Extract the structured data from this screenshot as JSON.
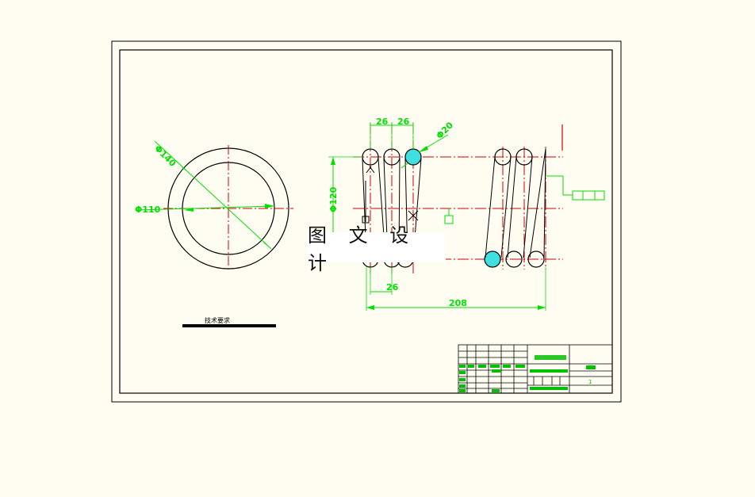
{
  "watermark": "图 文 设 计",
  "dimensions": {
    "outer_diameter": "Φ140",
    "inner_diameter": "Φ110",
    "wire_diameter": "Φ20",
    "pitch_1": "26",
    "pitch_2": "26",
    "pitch_bottom": "26",
    "mean_diameter": "Φ120",
    "total_length": "208"
  },
  "tech_requirements": "技术要求",
  "title_block": {
    "part_name": "",
    "material": "",
    "quantity": "1"
  },
  "colors": {
    "background": "#fffdf2",
    "outline": "#000000",
    "dimension": "#00e000",
    "centerline": "#d00000",
    "section_fill": "#40e0e0"
  }
}
